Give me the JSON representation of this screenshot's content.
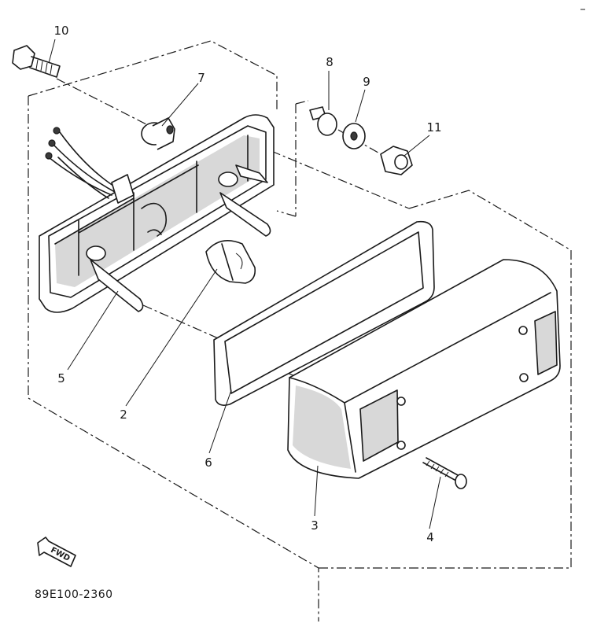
{
  "callouts": {
    "c1": "10",
    "c2": "7",
    "c3": "8",
    "c4": "9",
    "c5": "11",
    "c6": "5",
    "c7": "2",
    "c8": "6",
    "c9": "3",
    "c10": "4"
  },
  "direction_marker": "FWD",
  "diagram_code": "89E100-2360"
}
